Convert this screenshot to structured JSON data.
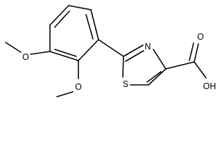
{
  "molecule": {
    "atoms": {
      "methoxy_oxygen_1": "O",
      "methoxy_oxygen_2": "O",
      "thiazole_nitrogen": "N",
      "thiazole_sulfur": "S",
      "carboxyl_oxygen": "O",
      "hydroxyl": "OH"
    },
    "colors": {
      "bond": "#000000",
      "background": "#ffffff"
    }
  }
}
